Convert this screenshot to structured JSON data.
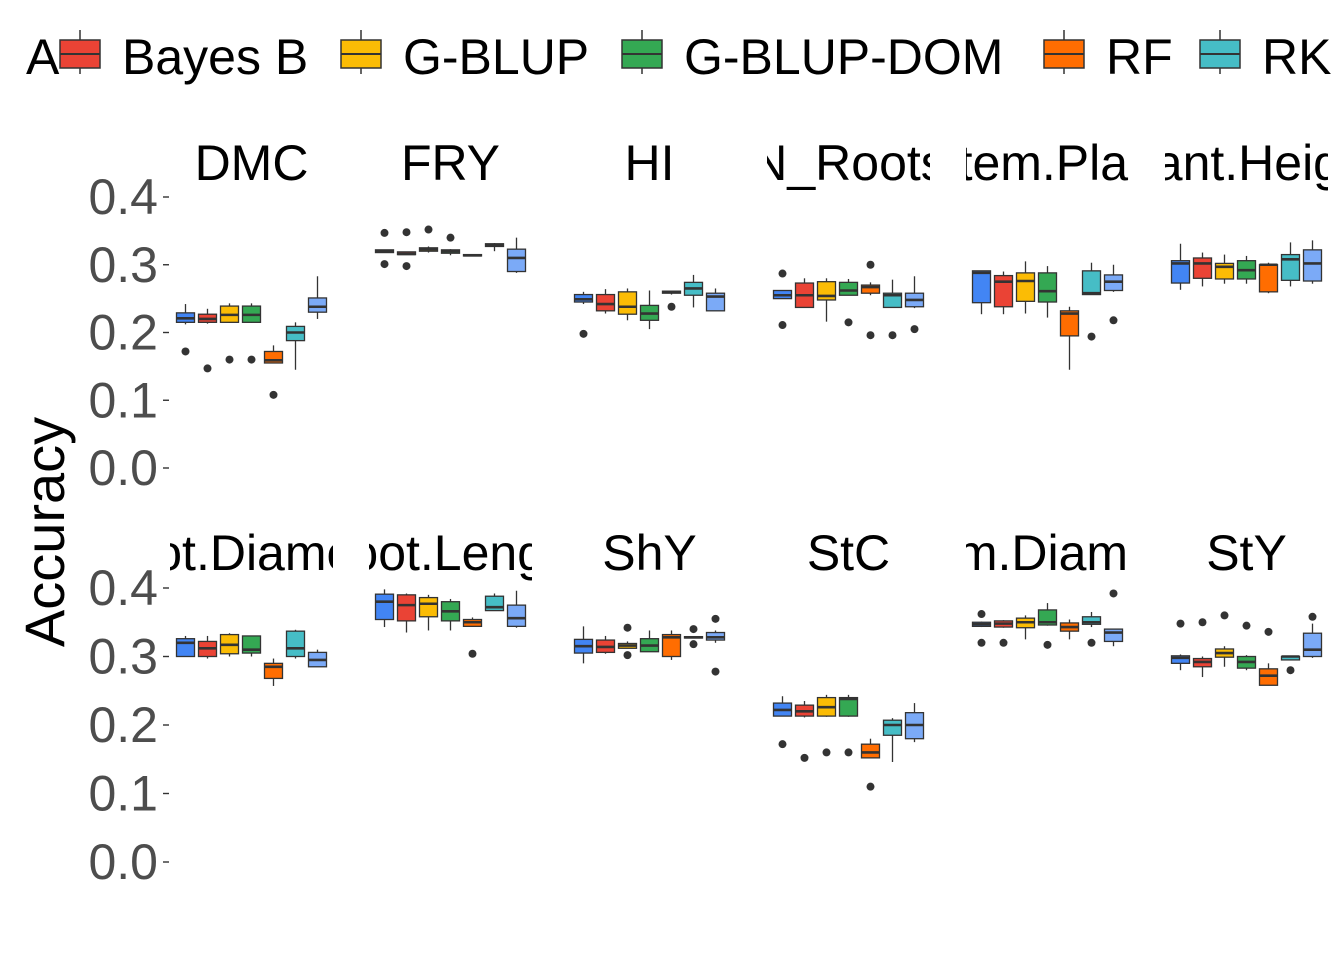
{
  "chart_data": {
    "type": "boxplot",
    "ylabel": "Accuracy",
    "ylim": [
      0.0,
      0.4
    ],
    "yticks": [
      "0.0",
      "0.1",
      "0.2",
      "0.3",
      "0.4"
    ],
    "grid": false,
    "legend_position": "top",
    "legend": [
      {
        "label": "A",
        "color": "#4285F4",
        "box_visible": false
      },
      {
        "label": "Bayes B",
        "color": "#EA4335"
      },
      {
        "label": "G-BLUP",
        "color": "#FBBC05"
      },
      {
        "label": "G-BLUP-DOM",
        "color": "#34A853"
      },
      {
        "label": "RF",
        "color": "#FF6D01"
      },
      {
        "label": "RK",
        "color": "#46BDC6"
      }
    ],
    "method_colors": [
      "#4285F4",
      "#EA4335",
      "#FBBC05",
      "#34A853",
      "#FF6D01",
      "#46BDC6",
      "#7BAAF7"
    ],
    "facets": [
      {
        "title": "DMC",
        "boxes": [
          {
            "q1": 0.215,
            "med": 0.221,
            "q3": 0.229,
            "lo": 0.212,
            "hi": 0.242,
            "out": [
              0.172
            ]
          },
          {
            "q1": 0.215,
            "med": 0.22,
            "q3": 0.227,
            "lo": 0.213,
            "hi": 0.235,
            "out": [
              0.147
            ]
          },
          {
            "q1": 0.215,
            "med": 0.226,
            "q3": 0.239,
            "lo": 0.214,
            "hi": 0.243,
            "out": [
              0.16
            ]
          },
          {
            "q1": 0.215,
            "med": 0.226,
            "q3": 0.239,
            "lo": 0.214,
            "hi": 0.243,
            "out": [
              0.16
            ]
          },
          {
            "q1": 0.155,
            "med": 0.159,
            "q3": 0.172,
            "lo": 0.155,
            "hi": 0.181,
            "out": [
              0.108
            ]
          },
          {
            "q1": 0.188,
            "med": 0.2,
            "q3": 0.209,
            "lo": 0.145,
            "hi": 0.215,
            "out": []
          },
          {
            "q1": 0.23,
            "med": 0.238,
            "q3": 0.251,
            "lo": 0.22,
            "hi": 0.283,
            "out": []
          }
        ]
      },
      {
        "title": "FRY",
        "boxes": [
          {
            "q1": 0.318,
            "med": 0.32,
            "q3": 0.322,
            "lo": 0.318,
            "hi": 0.322,
            "out": [
              0.347,
              0.301
            ]
          },
          {
            "q1": 0.315,
            "med": 0.316,
            "q3": 0.319,
            "lo": 0.315,
            "hi": 0.319,
            "out": [
              0.348,
              0.298
            ]
          },
          {
            "q1": 0.32,
            "med": 0.323,
            "q3": 0.325,
            "lo": 0.318,
            "hi": 0.327,
            "out": [
              0.352
            ]
          },
          {
            "q1": 0.317,
            "med": 0.32,
            "q3": 0.322,
            "lo": 0.314,
            "hi": 0.323,
            "out": [
              0.34
            ]
          },
          {
            "q1": 0.313,
            "med": 0.314,
            "q3": 0.315,
            "lo": 0.313,
            "hi": 0.315,
            "out": []
          },
          {
            "q1": 0.327,
            "med": 0.329,
            "q3": 0.331,
            "lo": 0.32,
            "hi": 0.332,
            "out": []
          },
          {
            "q1": 0.29,
            "med": 0.31,
            "q3": 0.323,
            "lo": 0.288,
            "hi": 0.34,
            "out": []
          }
        ]
      },
      {
        "title": "HI",
        "boxes": [
          {
            "q1": 0.245,
            "med": 0.249,
            "q3": 0.256,
            "lo": 0.242,
            "hi": 0.26,
            "out": [
              0.198
            ]
          },
          {
            "q1": 0.232,
            "med": 0.242,
            "q3": 0.256,
            "lo": 0.228,
            "hi": 0.264,
            "out": []
          },
          {
            "q1": 0.227,
            "med": 0.238,
            "q3": 0.26,
            "lo": 0.218,
            "hi": 0.265,
            "out": []
          },
          {
            "q1": 0.218,
            "med": 0.228,
            "q3": 0.24,
            "lo": 0.205,
            "hi": 0.262,
            "out": []
          },
          {
            "q1": 0.258,
            "med": 0.26,
            "q3": 0.261,
            "lo": 0.256,
            "hi": 0.262,
            "out": [
              0.238
            ]
          },
          {
            "q1": 0.255,
            "med": 0.265,
            "q3": 0.274,
            "lo": 0.237,
            "hi": 0.285,
            "out": []
          },
          {
            "q1": 0.232,
            "med": 0.253,
            "q3": 0.258,
            "lo": 0.232,
            "hi": 0.265,
            "out": []
          }
        ]
      },
      {
        "title": "N_Roots",
        "boxes": [
          {
            "q1": 0.25,
            "med": 0.255,
            "q3": 0.262,
            "lo": 0.25,
            "hi": 0.262,
            "out": [
              0.287,
              0.211
            ]
          },
          {
            "q1": 0.237,
            "med": 0.255,
            "q3": 0.273,
            "lo": 0.237,
            "hi": 0.28,
            "out": []
          },
          {
            "q1": 0.248,
            "med": 0.254,
            "q3": 0.275,
            "lo": 0.216,
            "hi": 0.28,
            "out": []
          },
          {
            "q1": 0.255,
            "med": 0.262,
            "q3": 0.274,
            "lo": 0.255,
            "hi": 0.279,
            "out": [
              0.215
            ]
          },
          {
            "q1": 0.258,
            "med": 0.267,
            "q3": 0.27,
            "lo": 0.255,
            "hi": 0.274,
            "out": [
              0.3,
              0.196
            ]
          },
          {
            "q1": 0.237,
            "med": 0.255,
            "q3": 0.258,
            "lo": 0.237,
            "hi": 0.278,
            "out": [
              0.196
            ]
          },
          {
            "q1": 0.238,
            "med": 0.248,
            "q3": 0.258,
            "lo": 0.236,
            "hi": 0.283,
            "out": [
              0.205
            ]
          }
        ]
      },
      {
        "title": "Stem.Plant",
        "boxes": [
          {
            "q1": 0.244,
            "med": 0.288,
            "q3": 0.291,
            "lo": 0.227,
            "hi": 0.291,
            "out": []
          },
          {
            "q1": 0.238,
            "med": 0.275,
            "q3": 0.284,
            "lo": 0.227,
            "hi": 0.29,
            "out": []
          },
          {
            "q1": 0.246,
            "med": 0.276,
            "q3": 0.288,
            "lo": 0.228,
            "hi": 0.305,
            "out": []
          },
          {
            "q1": 0.245,
            "med": 0.261,
            "q3": 0.288,
            "lo": 0.222,
            "hi": 0.298,
            "out": []
          },
          {
            "q1": 0.195,
            "med": 0.228,
            "q3": 0.232,
            "lo": 0.145,
            "hi": 0.238,
            "out": []
          },
          {
            "q1": 0.256,
            "med": 0.258,
            "q3": 0.291,
            "lo": 0.256,
            "hi": 0.303,
            "out": [
              0.194
            ]
          },
          {
            "q1": 0.262,
            "med": 0.275,
            "q3": 0.285,
            "lo": 0.26,
            "hi": 0.3,
            "out": [
              0.218
            ]
          }
        ]
      },
      {
        "title": "Plant.Height",
        "boxes": [
          {
            "q1": 0.273,
            "med": 0.302,
            "q3": 0.306,
            "lo": 0.263,
            "hi": 0.331,
            "out": []
          },
          {
            "q1": 0.28,
            "med": 0.302,
            "q3": 0.31,
            "lo": 0.268,
            "hi": 0.318,
            "out": []
          },
          {
            "q1": 0.279,
            "med": 0.297,
            "q3": 0.302,
            "lo": 0.272,
            "hi": 0.315,
            "out": []
          },
          {
            "q1": 0.279,
            "med": 0.292,
            "q3": 0.306,
            "lo": 0.272,
            "hi": 0.313,
            "out": []
          },
          {
            "q1": 0.26,
            "med": 0.3,
            "q3": 0.3,
            "lo": 0.258,
            "hi": 0.303,
            "out": []
          },
          {
            "q1": 0.277,
            "med": 0.308,
            "q3": 0.315,
            "lo": 0.268,
            "hi": 0.333,
            "out": []
          },
          {
            "q1": 0.276,
            "med": 0.302,
            "q3": 0.322,
            "lo": 0.272,
            "hi": 0.336,
            "out": []
          }
        ]
      },
      {
        "title": "Root.Diameter",
        "boxes": [
          {
            "q1": 0.3,
            "med": 0.32,
            "q3": 0.326,
            "lo": 0.3,
            "hi": 0.33,
            "out": []
          },
          {
            "q1": 0.3,
            "med": 0.312,
            "q3": 0.322,
            "lo": 0.297,
            "hi": 0.33,
            "out": []
          },
          {
            "q1": 0.304,
            "med": 0.317,
            "q3": 0.332,
            "lo": 0.3,
            "hi": 0.334,
            "out": []
          },
          {
            "q1": 0.305,
            "med": 0.31,
            "q3": 0.33,
            "lo": 0.3,
            "hi": 0.33,
            "out": []
          },
          {
            "q1": 0.268,
            "med": 0.285,
            "q3": 0.29,
            "lo": 0.257,
            "hi": 0.297,
            "out": []
          },
          {
            "q1": 0.3,
            "med": 0.312,
            "q3": 0.337,
            "lo": 0.297,
            "hi": 0.339,
            "out": []
          },
          {
            "q1": 0.285,
            "med": 0.295,
            "q3": 0.306,
            "lo": 0.285,
            "hi": 0.31,
            "out": []
          }
        ]
      },
      {
        "title": "Root.Length",
        "boxes": [
          {
            "q1": 0.354,
            "med": 0.38,
            "q3": 0.391,
            "lo": 0.343,
            "hi": 0.398,
            "out": []
          },
          {
            "q1": 0.352,
            "med": 0.375,
            "q3": 0.39,
            "lo": 0.335,
            "hi": 0.392,
            "out": []
          },
          {
            "q1": 0.358,
            "med": 0.377,
            "q3": 0.386,
            "lo": 0.338,
            "hi": 0.39,
            "out": []
          },
          {
            "q1": 0.352,
            "med": 0.366,
            "q3": 0.38,
            "lo": 0.338,
            "hi": 0.384,
            "out": []
          },
          {
            "q1": 0.344,
            "med": 0.35,
            "q3": 0.354,
            "lo": 0.344,
            "hi": 0.357,
            "out": [
              0.304
            ]
          },
          {
            "q1": 0.367,
            "med": 0.372,
            "q3": 0.388,
            "lo": 0.367,
            "hi": 0.392,
            "out": []
          },
          {
            "q1": 0.344,
            "med": 0.356,
            "q3": 0.375,
            "lo": 0.342,
            "hi": 0.396,
            "out": []
          }
        ]
      },
      {
        "title": "ShY",
        "boxes": [
          {
            "q1": 0.305,
            "med": 0.315,
            "q3": 0.325,
            "lo": 0.29,
            "hi": 0.344,
            "out": []
          },
          {
            "q1": 0.306,
            "med": 0.314,
            "q3": 0.324,
            "lo": 0.304,
            "hi": 0.33,
            "out": []
          },
          {
            "q1": 0.312,
            "med": 0.316,
            "q3": 0.319,
            "lo": 0.312,
            "hi": 0.322,
            "out": [
              0.342,
              0.302
            ]
          },
          {
            "q1": 0.307,
            "med": 0.316,
            "q3": 0.326,
            "lo": 0.307,
            "hi": 0.338,
            "out": []
          },
          {
            "q1": 0.3,
            "med": 0.328,
            "q3": 0.332,
            "lo": 0.295,
            "hi": 0.338,
            "out": []
          },
          {
            "q1": 0.327,
            "med": 0.328,
            "q3": 0.329,
            "lo": 0.327,
            "hi": 0.329,
            "out": [
              0.34,
              0.318
            ]
          },
          {
            "q1": 0.324,
            "med": 0.328,
            "q3": 0.335,
            "lo": 0.32,
            "hi": 0.338,
            "out": [
              0.355,
              0.278
            ]
          }
        ]
      },
      {
        "title": "StC",
        "boxes": [
          {
            "q1": 0.213,
            "med": 0.222,
            "q3": 0.232,
            "lo": 0.213,
            "hi": 0.242,
            "out": [
              0.172
            ]
          },
          {
            "q1": 0.213,
            "med": 0.22,
            "q3": 0.229,
            "lo": 0.211,
            "hi": 0.235,
            "out": [
              0.152
            ]
          },
          {
            "q1": 0.213,
            "med": 0.226,
            "q3": 0.24,
            "lo": 0.212,
            "hi": 0.244,
            "out": [
              0.16
            ]
          },
          {
            "q1": 0.213,
            "med": 0.238,
            "q3": 0.24,
            "lo": 0.212,
            "hi": 0.244,
            "out": [
              0.16
            ]
          },
          {
            "q1": 0.152,
            "med": 0.16,
            "q3": 0.172,
            "lo": 0.152,
            "hi": 0.18,
            "out": [
              0.11
            ]
          },
          {
            "q1": 0.185,
            "med": 0.2,
            "q3": 0.207,
            "lo": 0.146,
            "hi": 0.21,
            "out": []
          },
          {
            "q1": 0.18,
            "med": 0.2,
            "q3": 0.218,
            "lo": 0.175,
            "hi": 0.232,
            "out": []
          }
        ]
      },
      {
        "title": "Stem.Diameter",
        "boxes": [
          {
            "q1": 0.344,
            "med": 0.347,
            "q3": 0.35,
            "lo": 0.343,
            "hi": 0.351,
            "out": [
              0.362,
              0.32
            ]
          },
          {
            "q1": 0.343,
            "med": 0.348,
            "q3": 0.352,
            "lo": 0.342,
            "hi": 0.353,
            "out": [
              0.32
            ]
          },
          {
            "q1": 0.342,
            "med": 0.35,
            "q3": 0.356,
            "lo": 0.325,
            "hi": 0.36,
            "out": []
          },
          {
            "q1": 0.346,
            "med": 0.35,
            "q3": 0.368,
            "lo": 0.345,
            "hi": 0.378,
            "out": [
              0.317
            ]
          },
          {
            "q1": 0.337,
            "med": 0.343,
            "q3": 0.349,
            "lo": 0.325,
            "hi": 0.354,
            "out": []
          },
          {
            "q1": 0.347,
            "med": 0.35,
            "q3": 0.358,
            "lo": 0.343,
            "hi": 0.365,
            "out": [
              0.32
            ]
          },
          {
            "q1": 0.322,
            "med": 0.335,
            "q3": 0.34,
            "lo": 0.315,
            "hi": 0.34,
            "out": [
              0.392
            ]
          }
        ]
      },
      {
        "title": "StY",
        "boxes": [
          {
            "q1": 0.29,
            "med": 0.298,
            "q3": 0.301,
            "lo": 0.28,
            "hi": 0.303,
            "out": [
              0.348
            ]
          },
          {
            "q1": 0.285,
            "med": 0.292,
            "q3": 0.297,
            "lo": 0.27,
            "hi": 0.3,
            "out": [
              0.35
            ]
          },
          {
            "q1": 0.299,
            "med": 0.305,
            "q3": 0.311,
            "lo": 0.285,
            "hi": 0.315,
            "out": [
              0.36
            ]
          },
          {
            "q1": 0.283,
            "med": 0.292,
            "q3": 0.3,
            "lo": 0.28,
            "hi": 0.302,
            "out": [
              0.345
            ]
          },
          {
            "q1": 0.258,
            "med": 0.272,
            "q3": 0.282,
            "lo": 0.258,
            "hi": 0.29,
            "out": [
              0.336
            ]
          },
          {
            "q1": 0.295,
            "med": 0.3,
            "q3": 0.3,
            "lo": 0.295,
            "hi": 0.3,
            "out": [
              0.28
            ]
          },
          {
            "q1": 0.3,
            "med": 0.31,
            "q3": 0.334,
            "lo": 0.298,
            "hi": 0.348,
            "out": [
              0.358
            ]
          }
        ]
      }
    ]
  }
}
